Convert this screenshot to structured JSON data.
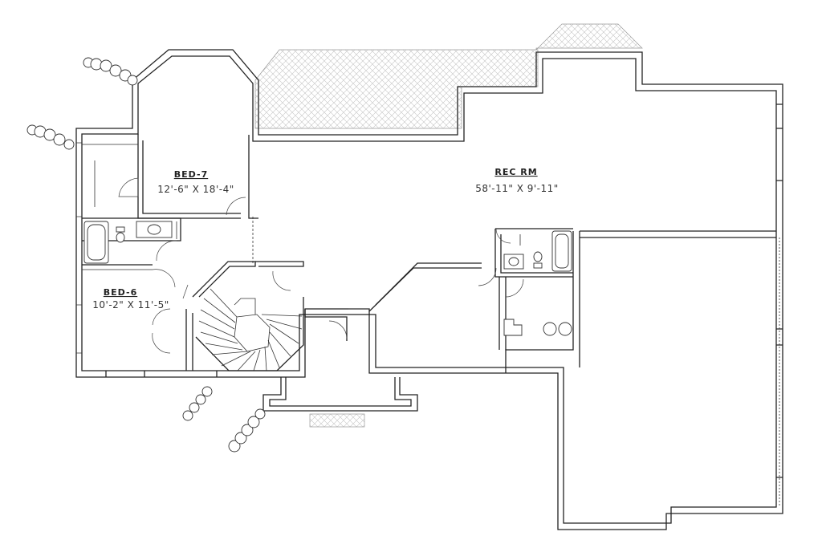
{
  "rooms": {
    "bed7": {
      "name": "BED-7",
      "dims": "12'-6\" X 18'-4\""
    },
    "bed6": {
      "name": "BED-6",
      "dims": "10'-2\" X 11'-5\""
    },
    "rec_rm": {
      "name": "REC RM",
      "dims": "58'-11\" X 9'-11\""
    }
  },
  "colors": {
    "wall": "#222222",
    "hatch": "#bbbbbb",
    "background": "#ffffff"
  }
}
